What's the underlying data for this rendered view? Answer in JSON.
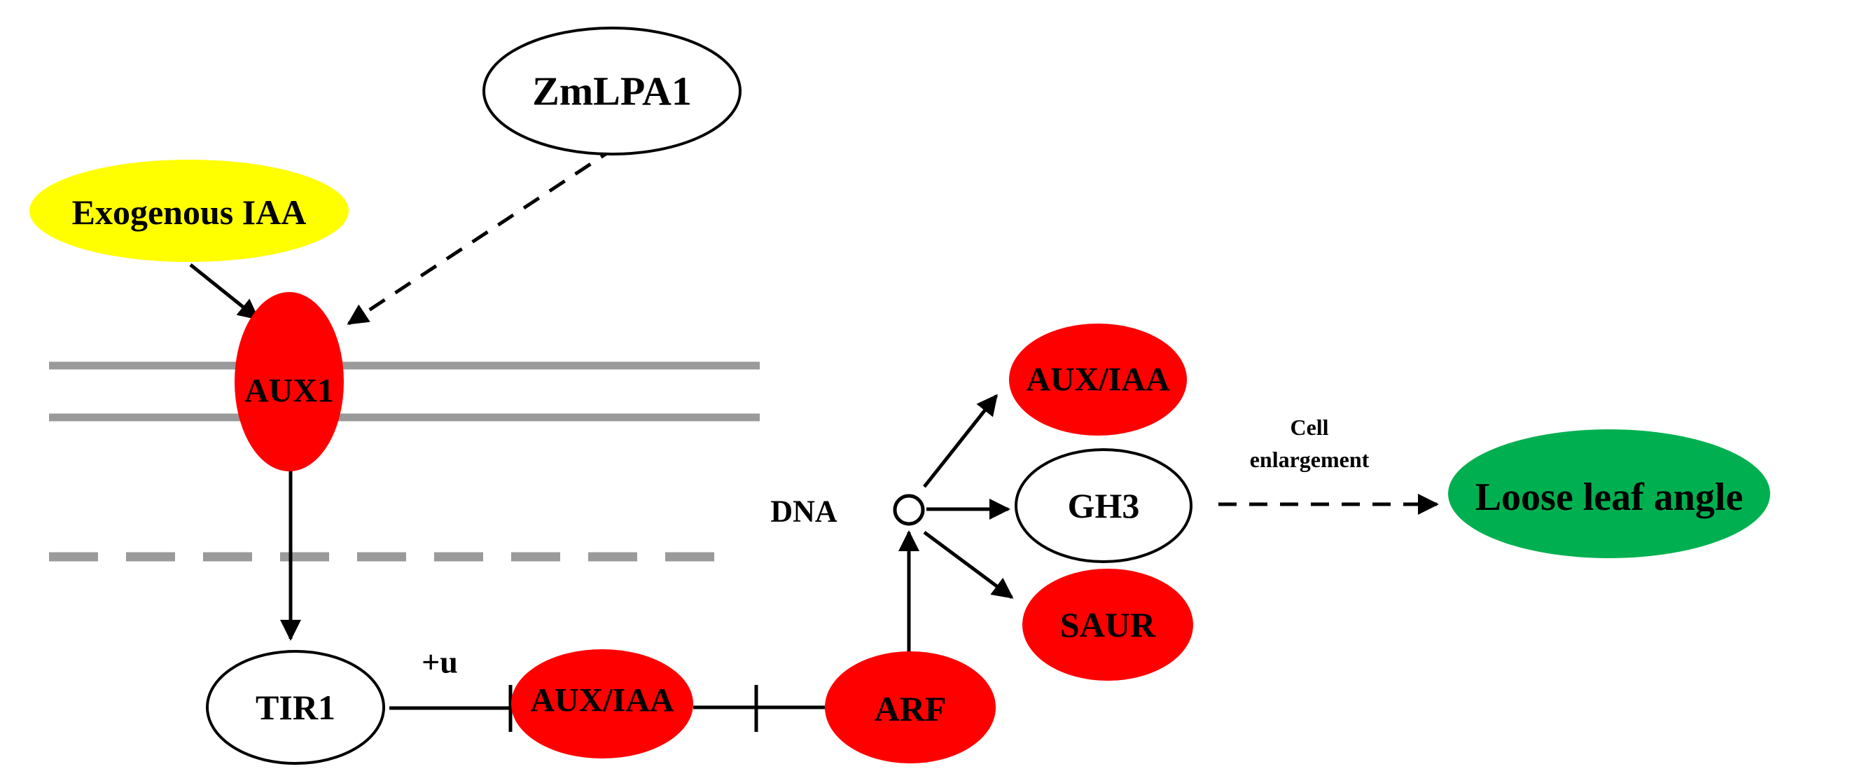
{
  "nodes": {
    "zmlpa1": "ZmLPA1",
    "exogenous_iaa": "Exogenous IAA",
    "aux1": "AUX1",
    "tir1": "TIR1",
    "aux_iaa_lower": "AUX/IAA",
    "arf": "ARF",
    "aux_iaa_upper": "AUX/IAA",
    "gh3": "GH3",
    "saur": "SAUR",
    "loose_leaf_angle": "Loose leaf angle"
  },
  "labels": {
    "plus_u": "+u",
    "dna": "DNA",
    "cell": "Cell",
    "enlargement": "enlargement"
  },
  "colors": {
    "red": "#ff0000",
    "yellow": "#ffff00",
    "green": "#00b050",
    "membrane": "#9a9a9a",
    "line": "#000000"
  }
}
